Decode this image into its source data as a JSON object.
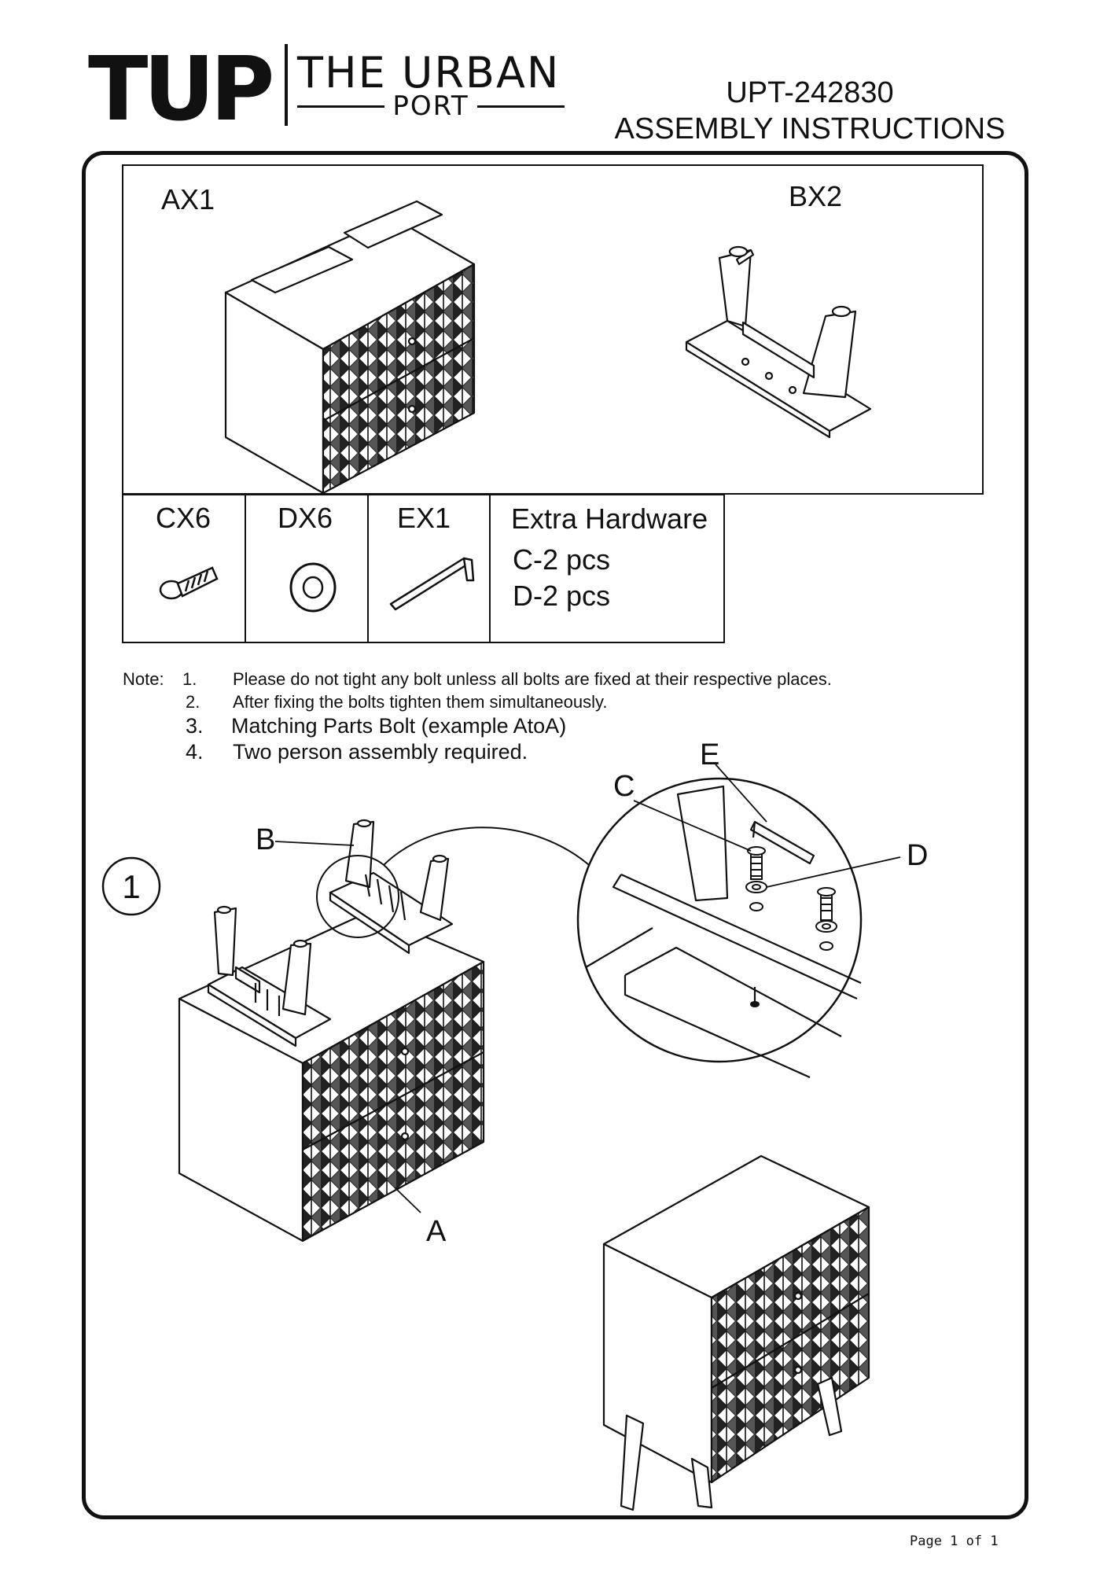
{
  "header": {
    "logo_mark": "TUP",
    "logo_line1": "THE URBAN",
    "logo_line2": "PORT",
    "model": "UPT-242830",
    "title": "ASSEMBLY INSTRUCTIONS"
  },
  "parts": {
    "a_label": "AX1",
    "b_label": "BX2"
  },
  "hardware": {
    "c_label": "CX6",
    "d_label": "DX6",
    "e_label": "EX1",
    "extra_title": "Extra Hardware",
    "extra_c": "C-2 pcs",
    "extra_d": "D-2 pcs"
  },
  "notes": {
    "label": "Note:",
    "items": [
      {
        "num": "1.",
        "text": "Please do not tight any bolt unless all bolts are fixed at their respective places."
      },
      {
        "num": "2.",
        "text": "After fixing the bolts tighten them simultaneously."
      },
      {
        "num": "3.",
        "text": "Matching Parts Bolt (example AtoA)"
      },
      {
        "num": "4.",
        "text": "Two person assembly required."
      }
    ]
  },
  "step": {
    "number": "1",
    "callouts": {
      "a": "A",
      "b": "B",
      "c": "C",
      "d": "D",
      "e": "E"
    }
  },
  "footer": {
    "page": "Page 1 of 1"
  }
}
